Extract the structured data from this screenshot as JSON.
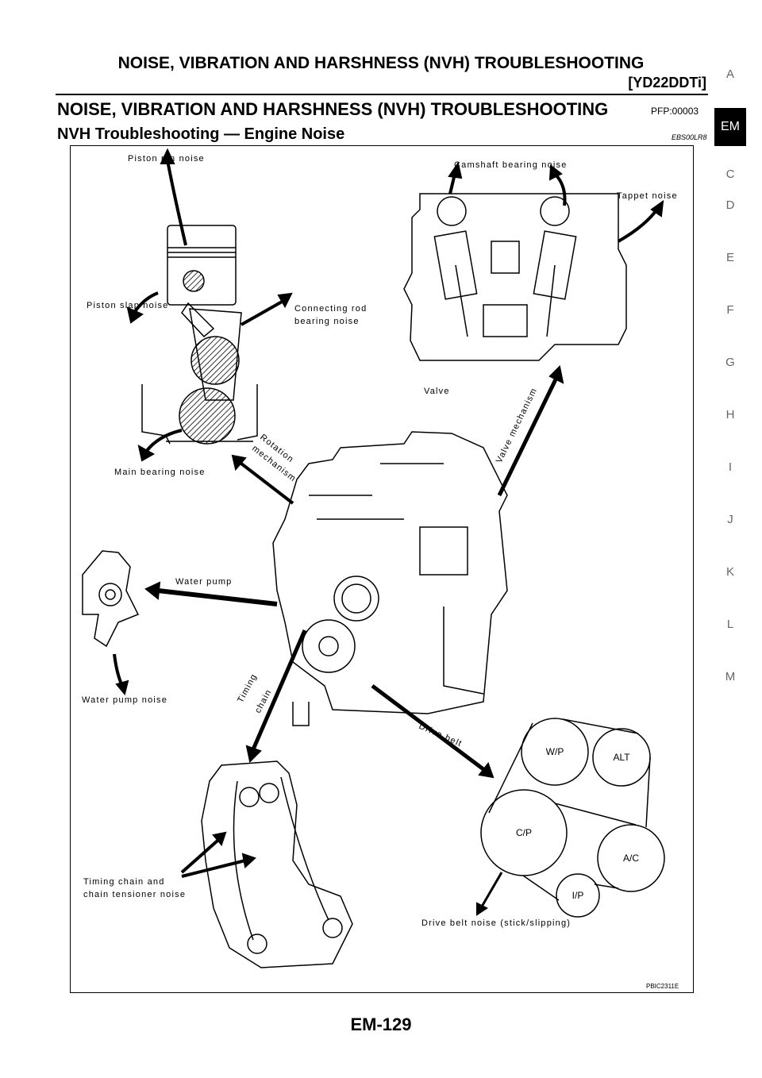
{
  "header": {
    "title": "NOISE, VIBRATION AND HARSHNESS (NVH) TROUBLESHOOTING",
    "engine_code": "[YD22DDTi]"
  },
  "section": {
    "title": "NOISE, VIBRATION AND HARSHNESS (NVH) TROUBLESHOOTING",
    "code": "PFP:00003"
  },
  "subsection": {
    "title": "NVH Troubleshooting — Engine Noise",
    "code": "EBS00LR8"
  },
  "figure": {
    "labels": {
      "piston_pin": "Piston pin noise",
      "camshaft_bearing": "Camshaft bearing noise",
      "tappet": "Tappet noise",
      "piston_slap": "Piston slap noise",
      "conrod_line1": "Connecting rod",
      "conrod_line2": "bearing noise",
      "valve": "Valve",
      "valve_mechanism": "Valve mechanism",
      "rotation_line1": "Rotation",
      "rotation_line2": "mechanism",
      "main_bearing": "Main bearing noise",
      "water_pump": "Water pump",
      "water_pump_noise": "Water pump noise",
      "timing_line1": "Timing",
      "timing_line2": "chain",
      "drive_belt": "Drive belt",
      "timing_chain_line1": "Timing chain and",
      "timing_chain_line2": "chain tensioner noise",
      "drive_belt_noise": "Drive belt noise (stick/slipping)"
    },
    "pulleys": [
      "W/P",
      "ALT",
      "C/P",
      "A/C",
      "I/P"
    ],
    "figure_id": "PBIC2311E"
  },
  "side_index": [
    "A",
    "EM",
    "C",
    "D",
    "E",
    "F",
    "G",
    "H",
    "I",
    "J",
    "K",
    "L",
    "M"
  ],
  "side_index_active": "EM",
  "page_number": "EM-129"
}
